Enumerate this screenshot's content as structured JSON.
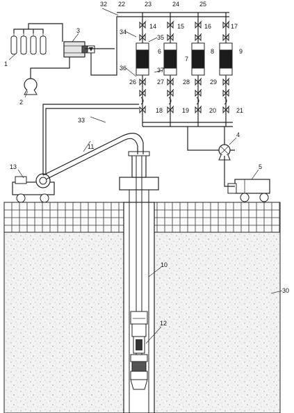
{
  "labels": {
    "l1": "1",
    "l2": "2",
    "l3": "3",
    "l4": "4",
    "l5": "5",
    "l6": "6",
    "l7": "7",
    "l8": "8",
    "l9": "9",
    "l10": "10",
    "l11": "11",
    "l12": "12",
    "l13": "13",
    "l14": "14",
    "l15": "15",
    "l16": "16",
    "l17": "17",
    "l18": "18",
    "l19": "19",
    "l20": "20",
    "l21": "21",
    "l22": "22",
    "l23": "23",
    "l24": "24",
    "l25": "25",
    "l26": "26",
    "l27": "27",
    "l28": "28",
    "l29": "29",
    "l30": "30",
    "l32": "32",
    "l33": "33",
    "l34": "34",
    "l35": "35",
    "l36": "36",
    "l37": "37"
  }
}
